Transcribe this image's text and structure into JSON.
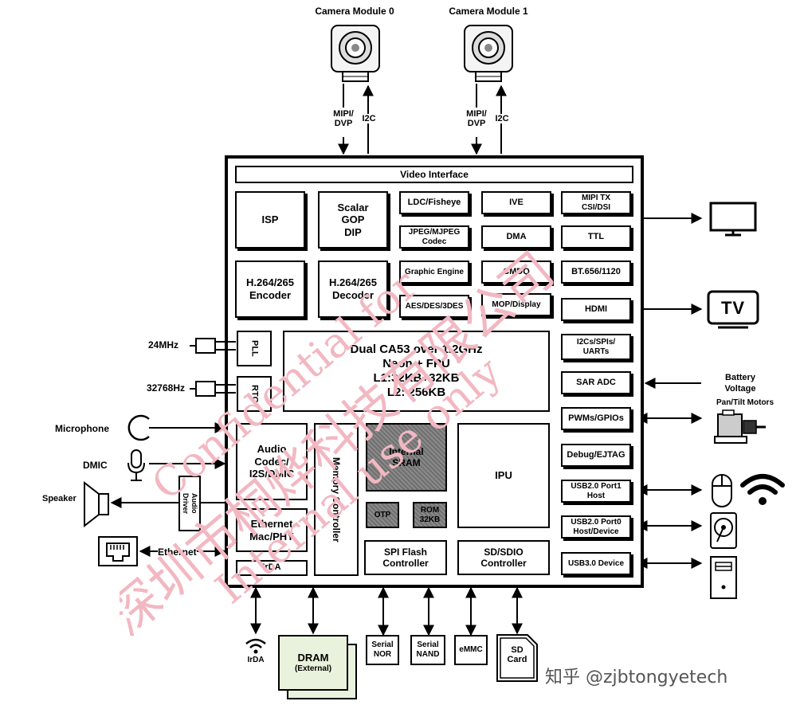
{
  "cameras": [
    {
      "label": "Camera Module 0",
      "bus1": "MIPI/\nDVP",
      "bus2": "I2C"
    },
    {
      "label": "Camera Module 1",
      "bus1": "MIPI/\nDVP",
      "bus2": "I2C"
    }
  ],
  "soc": {
    "video_interface": "Video Interface",
    "isp": "ISP",
    "scalar": "Scalar\nGOP\nDIP",
    "encoder": "H.264/265\nEncoder",
    "decoder": "H.264/265\nDecoder",
    "ldc": "LDC/Fisheye",
    "jpeg": "JPEG/MJPEG\nCodec",
    "graphic": "Graphic Engine",
    "aes": "AES/DES/3DES",
    "ive": "IVE",
    "dma": "DMA",
    "cmdq": "CMDQ",
    "mop": "MOP/Display",
    "pll": "PLL",
    "rtc": "RTC",
    "cpu": "Dual CA53 over 1.2GHz\nNeon + FPU\nL1:32KB+32KB\nL2: 256KB",
    "audio": "Audio\nCodec/\nI2S/DMIC",
    "audio_driver": "Audio\nDriver",
    "ethernet_mac": "Ethernet\nMac/PHY",
    "irda": "IrDA",
    "memory_controller": "Memory Controller",
    "sram": "Internal\nSRAM",
    "otp": "OTP",
    "rom": "ROM\n32KB",
    "ipu": "IPU",
    "spi_flash": "SPI Flash\nController",
    "sdio": "SD/SDIO\nController",
    "right_column": [
      "MIPI TX\nCSI/DSI",
      "TTL",
      "BT.656/1120",
      "HDMI",
      "I2Cs/SPIs/\nUARTs",
      "SAR ADC",
      "PWMs/GPIOs",
      "Debug/EJTAG",
      "USB2.0 Port1\nHost",
      "USB2.0 Port0\nHost/Device",
      "USB3.0 Device"
    ]
  },
  "external": {
    "clk24": "24MHz",
    "clk32": "32768Hz",
    "microphone": "Microphone",
    "dmic": "DMIC",
    "speaker": "Speaker",
    "ethernet": "Ethernet",
    "irda": "IrDA",
    "dram": "DRAM",
    "dram_sub": "(External)",
    "serial_nor": "Serial\nNOR",
    "serial_nand": "Serial\nNAND",
    "emmc": "eMMC",
    "sd_card": "SD\nCard",
    "battery": "Battery\nVoltage",
    "motors": "Pan/Tilt Motors",
    "tv": "TV"
  },
  "watermark": {
    "line1": "Confidential for",
    "line2": "Internal use only",
    "line3": "深圳市桐烨科技有限公司",
    "credit": "知乎 @zjbtongyetech"
  },
  "colors": {
    "chip_gray": "#808080",
    "watermark": "#f2b8c2",
    "dram_fill": "#e9f2dc"
  }
}
